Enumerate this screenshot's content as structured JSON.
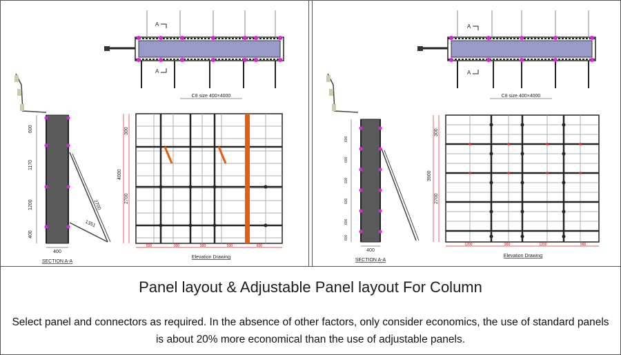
{
  "left_drawing": {
    "plan_label": "C8 size 400×4000",
    "section_mark_top": "A",
    "section_mark_bottom": "A",
    "section_title": "SECTION A-A",
    "elevation_title": "Elevation Drawing",
    "section_dims": [
      "600",
      "1170",
      "1200",
      "400"
    ],
    "section_width": "400",
    "brace_labels": [
      "2700",
      "1351"
    ],
    "elev_height_total": "4000",
    "elev_height_parts": [
      "300",
      "2700"
    ],
    "elev_bottom_dims": [
      "500",
      "900",
      "900",
      "500",
      "600"
    ]
  },
  "right_drawing": {
    "plan_label": "C8 size 400×4000",
    "section_mark_top": "A",
    "section_mark_bottom": "A",
    "section_title": "SECTION A-A",
    "elevation_title": "Elevation Drawing",
    "section_dims": [
      "600",
      "600",
      "600",
      "600",
      "600",
      "600"
    ],
    "section_width": "400",
    "elev_height_total": "3900",
    "elev_height_parts": [
      "300",
      "2700"
    ],
    "elev_bottom_dims": [
      "1200",
      "900",
      "1200",
      "900"
    ]
  },
  "caption": "Panel layout & Adjustable Panel layout For Column",
  "description": "Select panel and connectors as required.   In the absence of other factors, only consider economics, the use of    standard panels is about 20% more economical than the use of adjustable panels.",
  "colors": {
    "panel_fill": "#9a9ac8",
    "column_fill": "#5a5a5a",
    "connector": "#e020e0",
    "red_dim": "#e02020",
    "adjustable_strip": "#e06010",
    "steel": "#222222"
  }
}
